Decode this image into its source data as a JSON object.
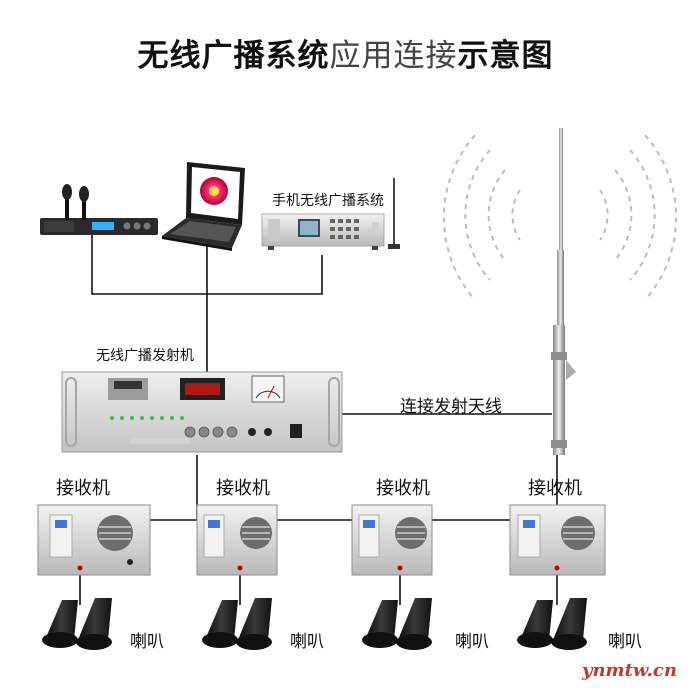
{
  "title": {
    "part1": "无线广播系统",
    "part2": "应用连接",
    "part3": "示意图"
  },
  "labels": {
    "phone_system": "手机无线广播系统",
    "transmitter": "无线广播发射机",
    "antenna_link": "连接发射天线",
    "receiver": "接收机",
    "speaker": "喇叭"
  },
  "watermark": "ynmtw.cn",
  "receivers": [
    {
      "label": "接收机",
      "speaker": "喇叭"
    },
    {
      "label": "接收机",
      "speaker": "喇叭"
    },
    {
      "label": "接收机",
      "speaker": "喇叭"
    },
    {
      "label": "接收机",
      "speaker": "喇叭"
    }
  ]
}
